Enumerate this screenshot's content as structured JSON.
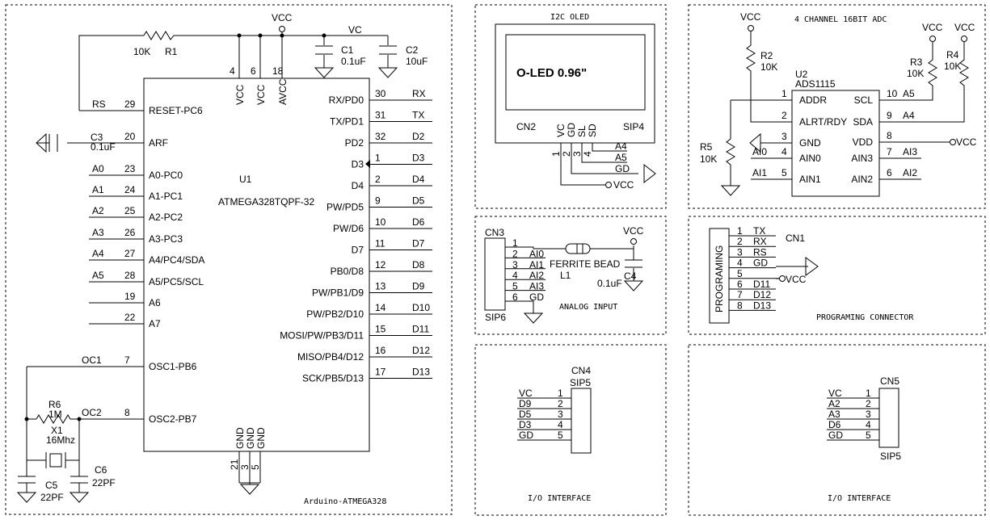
{
  "mcu": {
    "label_vcc": "VCC",
    "label_vc": "VC",
    "r1_value": "10K",
    "r1_ref": "R1",
    "c1_ref": "C1",
    "c1_value": "0.1uF",
    "c2_ref": "C2",
    "c2_value": "10uF",
    "c3_ref": "C3",
    "c3_value": "0.1uF",
    "ref": "U1",
    "part": "ATMEGA328TQPF-32",
    "r6_ref": "R6",
    "r6_value": "1M",
    "x1_ref": "X1",
    "x1_value": "16Mhz",
    "c5_ref": "C5",
    "c5_value": "22PF",
    "c6_ref": "C6",
    "c6_value": "22PF",
    "title": "Arduino-ATMEGA328",
    "top_pins": [
      {
        "num": "4",
        "name": "VCC"
      },
      {
        "num": "6",
        "name": "VCC"
      },
      {
        "num": "18",
        "name": "AVCC"
      }
    ],
    "bottom_pins": [
      {
        "num": "21",
        "name": "GND"
      },
      {
        "num": "3",
        "name": "GND"
      },
      {
        "num": "5",
        "name": "GND"
      }
    ],
    "left_pins": [
      {
        "net": "RS",
        "num": "29",
        "name": "RESET-PC6"
      },
      {
        "net": "",
        "num": "20",
        "name": "ARF"
      },
      {
        "net": "A0",
        "num": "23",
        "name": "A0-PC0"
      },
      {
        "net": "A1",
        "num": "24",
        "name": "A1-PC1"
      },
      {
        "net": "A2",
        "num": "25",
        "name": "A2-PC2"
      },
      {
        "net": "A3",
        "num": "26",
        "name": "A3-PC3"
      },
      {
        "net": "A4",
        "num": "27",
        "name": "A4/PC4/SDA"
      },
      {
        "net": "A5",
        "num": "28",
        "name": "A5/PC5/SCL"
      },
      {
        "net": "",
        "num": "19",
        "name": "A6"
      },
      {
        "net": "",
        "num": "22",
        "name": "A7"
      },
      {
        "net": "OC1",
        "num": "7",
        "name": "OSC1-PB6"
      },
      {
        "net": "OC2",
        "num": "8",
        "name": "OSC2-PB7"
      }
    ],
    "right_pins": [
      {
        "net": "RX",
        "num": "30",
        "name": "RX/PD0"
      },
      {
        "net": "TX",
        "num": "31",
        "name": "TX/PD1"
      },
      {
        "net": "D2",
        "num": "32",
        "name": "PD2"
      },
      {
        "net": "D3",
        "num": "1",
        "name": "D3"
      },
      {
        "net": "D4",
        "num": "2",
        "name": "D4"
      },
      {
        "net": "D5",
        "num": "9",
        "name": "PW/PD5"
      },
      {
        "net": "D6",
        "num": "10",
        "name": "PW/D6"
      },
      {
        "net": "D7",
        "num": "11",
        "name": "D7"
      },
      {
        "net": "D8",
        "num": "12",
        "name": "PB0/D8"
      },
      {
        "net": "D9",
        "num": "13",
        "name": "PW/PB1/D9"
      },
      {
        "net": "D10",
        "num": "14",
        "name": "PW/PB2/D10"
      },
      {
        "net": "D11",
        "num": "15",
        "name": "MOSI/PW/PB3/D11"
      },
      {
        "net": "D12",
        "num": "16",
        "name": "MISO/PB4/D12"
      },
      {
        "net": "D13",
        "num": "17",
        "name": "SCK/PB5/D13"
      }
    ]
  },
  "oled": {
    "title": "I2C OLED",
    "screen_text": "O-LED 0.96\"",
    "ref": "CN2",
    "package": "SIP4",
    "pin_labels": [
      "VC",
      "GD",
      "SL",
      "SD"
    ],
    "pin_nums": [
      "1",
      "2",
      "3",
      "4"
    ],
    "nets": [
      "A4",
      "A5",
      "GD",
      "VCC"
    ]
  },
  "adc": {
    "title": "4 CHANNEL 16BIT ADC",
    "vcc": "VCC",
    "r2_ref": "R2",
    "r2_value": "10K",
    "r3_ref": "R3",
    "r3_value": "10K",
    "r4_ref": "R4",
    "r4_value": "10K",
    "r5_ref": "R5",
    "r5_value": "10K",
    "ref": "U2",
    "part": "ADS1115",
    "left_pins": [
      {
        "net": "",
        "num": "1",
        "name": "ADDR"
      },
      {
        "net": "",
        "num": "2",
        "name": "ALRT/RDY"
      },
      {
        "net": "",
        "num": "3",
        "name": "GND"
      },
      {
        "net": "AI0",
        "num": "4",
        "name": "AIN0"
      },
      {
        "net": "AI1",
        "num": "5",
        "name": "AIN1"
      }
    ],
    "right_pins": [
      {
        "net": "A5",
        "num": "10",
        "name": "SCL"
      },
      {
        "net": "A4",
        "num": "9",
        "name": "SDA"
      },
      {
        "net": "VCC",
        "num": "8",
        "name": "VDD"
      },
      {
        "net": "AI3",
        "num": "7",
        "name": "AIN3"
      },
      {
        "net": "AI2",
        "num": "6",
        "name": "AIN2"
      }
    ]
  },
  "analog": {
    "ref": "CN3",
    "package": "SIP6",
    "pins": [
      {
        "num": "1",
        "net": ""
      },
      {
        "num": "2",
        "net": "AI0"
      },
      {
        "num": "3",
        "net": "AI1"
      },
      {
        "num": "4",
        "net": "AI2"
      },
      {
        "num": "5",
        "net": "AI3"
      },
      {
        "num": "6",
        "net": "GD"
      }
    ],
    "bead_label": "FERRITE BEAD",
    "bead_ref": "L1",
    "vcc": "VCC",
    "c4_ref": "C4",
    "c4_value": "0.1uF",
    "title": "ANALOG INPUT"
  },
  "prog": {
    "connector_label": "PROGRAMING",
    "ref": "CN1",
    "pins": [
      {
        "num": "1",
        "net": "TX"
      },
      {
        "num": "2",
        "net": "RX"
      },
      {
        "num": "3",
        "net": "RS"
      },
      {
        "num": "4",
        "net": "GD"
      },
      {
        "num": "5",
        "net": ""
      },
      {
        "num": "6",
        "net": "D11"
      },
      {
        "num": "7",
        "net": "D12"
      },
      {
        "num": "8",
        "net": "D13"
      }
    ],
    "vcc": "VCC",
    "title": "PROGRAMING CONNECTOR"
  },
  "io1": {
    "ref": "CN4",
    "package": "SIP5",
    "pins": [
      {
        "num": "1",
        "net": "VC"
      },
      {
        "num": "2",
        "net": "D9"
      },
      {
        "num": "3",
        "net": "D5"
      },
      {
        "num": "4",
        "net": "D3"
      },
      {
        "num": "5",
        "net": "GD"
      }
    ],
    "title": "I/O INTERFACE"
  },
  "io2": {
    "ref": "CN5",
    "package": "SIP5",
    "pins": [
      {
        "num": "1",
        "net": "VC"
      },
      {
        "num": "2",
        "net": "A2"
      },
      {
        "num": "3",
        "net": "A3"
      },
      {
        "num": "4",
        "net": "D6"
      },
      {
        "num": "5",
        "net": "GD"
      }
    ],
    "title": "I/O INTERFACE"
  }
}
